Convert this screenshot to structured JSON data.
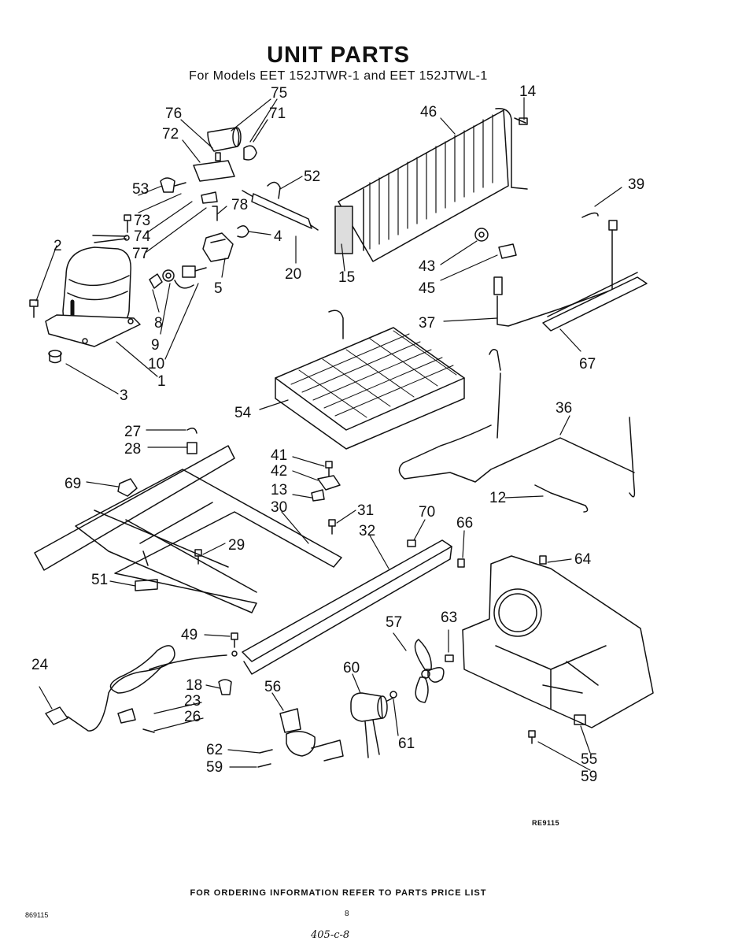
{
  "header": {
    "title": "UNIT PARTS",
    "subtitle": "For Models EET 152JTWR-1 and EET 152JTWL-1"
  },
  "callouts": [
    {
      "id": "75",
      "label": "75"
    },
    {
      "id": "76",
      "label": "76"
    },
    {
      "id": "71",
      "label": "71"
    },
    {
      "id": "72",
      "label": "72"
    },
    {
      "id": "46",
      "label": "46"
    },
    {
      "id": "14",
      "label": "14"
    },
    {
      "id": "52",
      "label": "52"
    },
    {
      "id": "39",
      "label": "39"
    },
    {
      "id": "53",
      "label": "53"
    },
    {
      "id": "73",
      "label": "73"
    },
    {
      "id": "78",
      "label": "78"
    },
    {
      "id": "74",
      "label": "74"
    },
    {
      "id": "4",
      "label": "4"
    },
    {
      "id": "2",
      "label": "2"
    },
    {
      "id": "77",
      "label": "77"
    },
    {
      "id": "20",
      "label": "20"
    },
    {
      "id": "15",
      "label": "15"
    },
    {
      "id": "43",
      "label": "43"
    },
    {
      "id": "5",
      "label": "5"
    },
    {
      "id": "45",
      "label": "45"
    },
    {
      "id": "8",
      "label": "8"
    },
    {
      "id": "37",
      "label": "37"
    },
    {
      "id": "9",
      "label": "9"
    },
    {
      "id": "10",
      "label": "10"
    },
    {
      "id": "67",
      "label": "67"
    },
    {
      "id": "1",
      "label": "1"
    },
    {
      "id": "3",
      "label": "3"
    },
    {
      "id": "54",
      "label": "54"
    },
    {
      "id": "36",
      "label": "36"
    },
    {
      "id": "27",
      "label": "27"
    },
    {
      "id": "28",
      "label": "28"
    },
    {
      "id": "41",
      "label": "41"
    },
    {
      "id": "42",
      "label": "42"
    },
    {
      "id": "69",
      "label": "69"
    },
    {
      "id": "13",
      "label": "13"
    },
    {
      "id": "12",
      "label": "12"
    },
    {
      "id": "30",
      "label": "30"
    },
    {
      "id": "31",
      "label": "31"
    },
    {
      "id": "70",
      "label": "70"
    },
    {
      "id": "66",
      "label": "66"
    },
    {
      "id": "32",
      "label": "32"
    },
    {
      "id": "29",
      "label": "29"
    },
    {
      "id": "64",
      "label": "64"
    },
    {
      "id": "51",
      "label": "51"
    },
    {
      "id": "57",
      "label": "57"
    },
    {
      "id": "63",
      "label": "63"
    },
    {
      "id": "49",
      "label": "49"
    },
    {
      "id": "24",
      "label": "24"
    },
    {
      "id": "60",
      "label": "60"
    },
    {
      "id": "18",
      "label": "18"
    },
    {
      "id": "56",
      "label": "56"
    },
    {
      "id": "23",
      "label": "23"
    },
    {
      "id": "26",
      "label": "26"
    },
    {
      "id": "61",
      "label": "61"
    },
    {
      "id": "55",
      "label": "55"
    },
    {
      "id": "62",
      "label": "62"
    },
    {
      "id": "59a",
      "label": "59"
    },
    {
      "id": "59b",
      "label": "59"
    }
  ],
  "reference_code": "RE9115",
  "footer": {
    "ordering_note": "FOR ORDERING INFORMATION REFER TO PARTS PRICE LIST",
    "document_number": "869115",
    "page_number": "8",
    "handwritten_note": "405-c-8"
  }
}
